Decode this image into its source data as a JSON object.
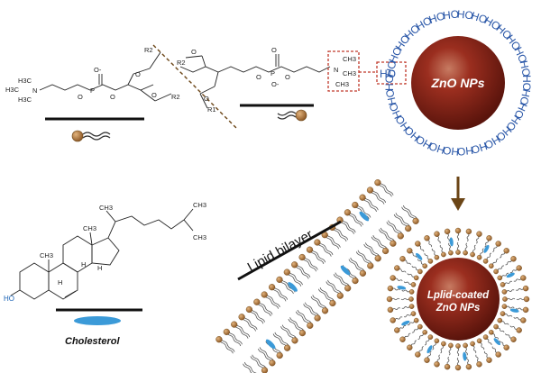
{
  "labels": {
    "zno": "ZnO NPs",
    "coated_line1": "Lplid-coated",
    "coated_line2": "ZnO NPs",
    "bilayer": "Lipid bilayer",
    "cholesterol": "Cholesterol",
    "hydroxyl": "HO"
  },
  "chem_text": {
    "n_methyl_left": "H3C",
    "n_plus_left": "N",
    "methyl_left_2": "H3C",
    "methyl_left_3": "H3C",
    "o_minus": "O-",
    "p": "P",
    "o": "O",
    "r1": "R1",
    "r2": "R2",
    "ch3": "CH3",
    "h": "H"
  },
  "colors": {
    "np_dark": "#6e1c12",
    "np_mid": "#9b2e1f",
    "np_light": "#c97a63",
    "oh_blue": "#2a57a8",
    "cholesterol_blue": "#3b9ad8",
    "dashed_red": "#c0392b",
    "arrow_brown": "#6b4516",
    "lipid_head": "#b07a3a",
    "tail": "#444444"
  }
}
